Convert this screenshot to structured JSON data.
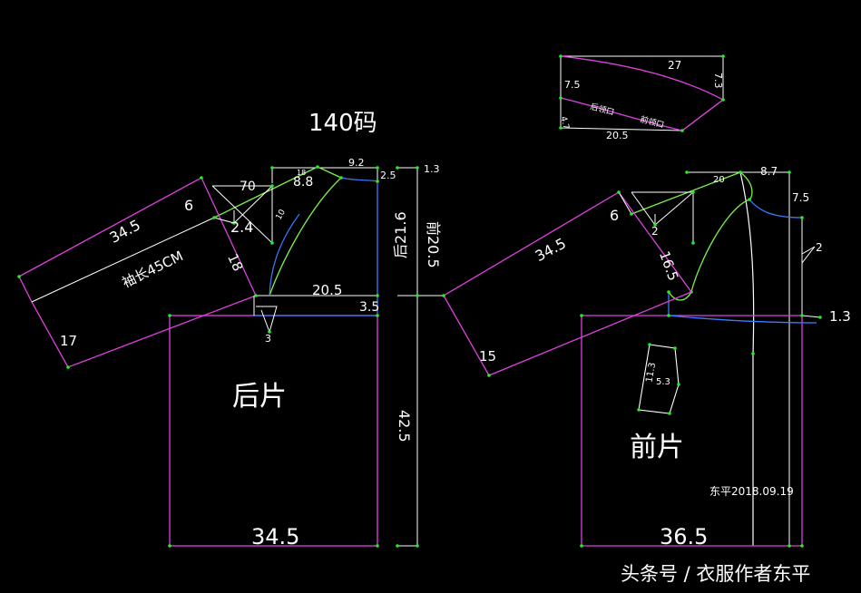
{
  "title": "140码",
  "colors": {
    "background": "#000000",
    "outline": "#e040e0",
    "guide": "#ffffff",
    "armhole": "#7cf04a",
    "seam": "#3a7cff",
    "point": "#22ee22"
  },
  "watermark": "头条号 / 衣服作者东平",
  "signature": "东平2018.09.19",
  "back": {
    "label": "后片",
    "width": "34.5",
    "bottom_length": "42.5",
    "armhole_depth": "后21.6",
    "chest": "20.5",
    "side_ext": "3.5",
    "shoulder_drop": "2.5",
    "neck_width": "9.2",
    "neck_rise": "1.3",
    "shoulder": "8.8",
    "neck_small": "18",
    "dart_lower": "3"
  },
  "front": {
    "label": "前片",
    "width": "36.5",
    "armhole_depth": "前20.5",
    "neck_width": "8.7",
    "neck_depth": "7.5",
    "neck_small": "20",
    "hem_drop": "1.3",
    "side_dart": "2",
    "pocket_h": "11.3",
    "pocket_w": "5.3"
  },
  "back_sleeve": {
    "top": "34.5",
    "cap": "6",
    "cap_height": "70",
    "cap_dart": "2.4",
    "cap_side": "10",
    "side": "18",
    "cuff": "17",
    "sleeve_length": "袖长45CM"
  },
  "front_sleeve": {
    "top": "34.5",
    "cap": "6",
    "cap_dart": "2",
    "side": "16.5",
    "cuff": "15"
  },
  "collar": {
    "top": "27",
    "left": "7.5",
    "right": "7.3",
    "bottom": "20.5",
    "small": "4.7",
    "back_neck": "后领口",
    "front_neck": "前领口"
  }
}
